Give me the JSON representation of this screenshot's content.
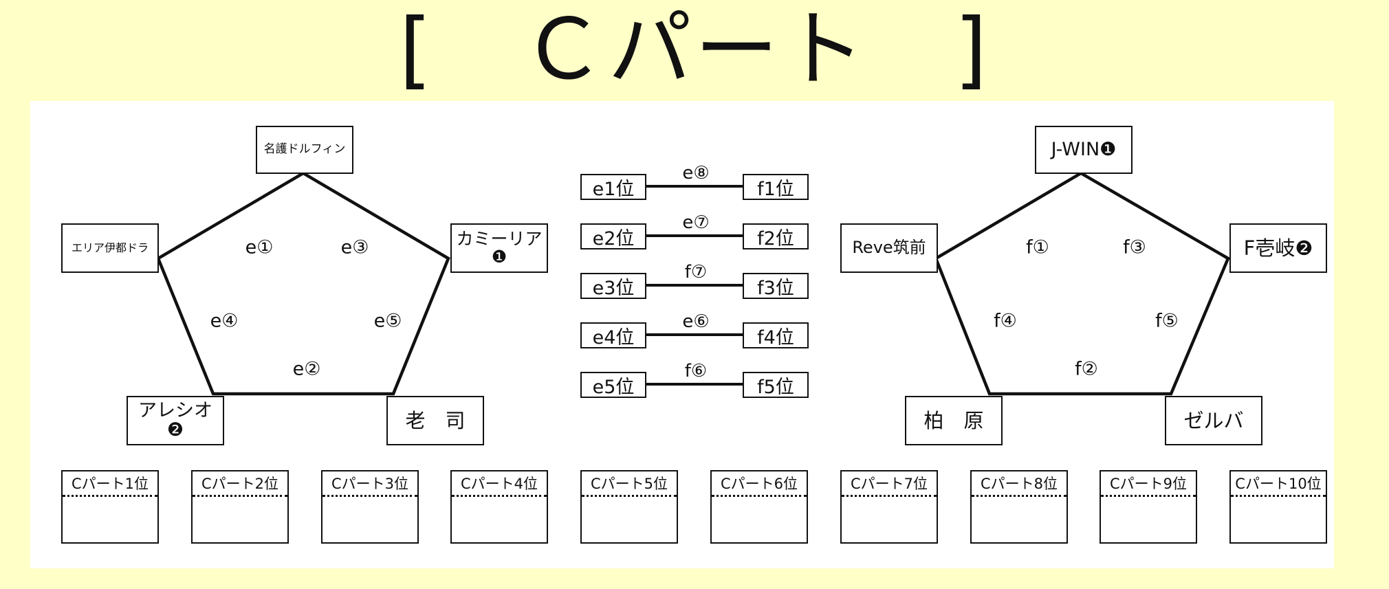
{
  "title": "[　Ｃパート　]",
  "left_pool": {
    "teams": {
      "top": "名護ドルフィン",
      "left": "エリア伊都ドラ",
      "right": "カミーリア\n❶",
      "bottom_left": "アレシオ\n❷",
      "bottom_right": "老　司"
    },
    "match_labels": [
      "e①",
      "e③",
      "e④",
      "e⑤",
      "e②"
    ]
  },
  "right_pool": {
    "teams": {
      "top": "J-WIN❶",
      "left": "Reve筑前",
      "right": "F壱岐❷",
      "bottom_left": "柏　原",
      "bottom_right": "ゼルバ"
    },
    "match_labels": [
      "f①",
      "f③",
      "f④",
      "f⑤",
      "f②"
    ]
  },
  "rank_matches": [
    {
      "left": "e1位",
      "match": "e⑧",
      "right": "f1位"
    },
    {
      "left": "e2位",
      "match": "e⑦",
      "right": "f2位"
    },
    {
      "left": "e3位",
      "match": "f⑦",
      "right": "f3位"
    },
    {
      "left": "e4位",
      "match": "e⑥",
      "right": "f4位"
    },
    {
      "left": "e5位",
      "match": "f⑥",
      "right": "f5位"
    }
  ],
  "results": [
    "Cパート1位",
    "Cパート2位",
    "Cパート3位",
    "Cパート4位",
    "Cパート5位",
    "Cパート6位",
    "Cパート7位",
    "Cパート8位",
    "Cパート9位",
    "Cパート10位"
  ]
}
